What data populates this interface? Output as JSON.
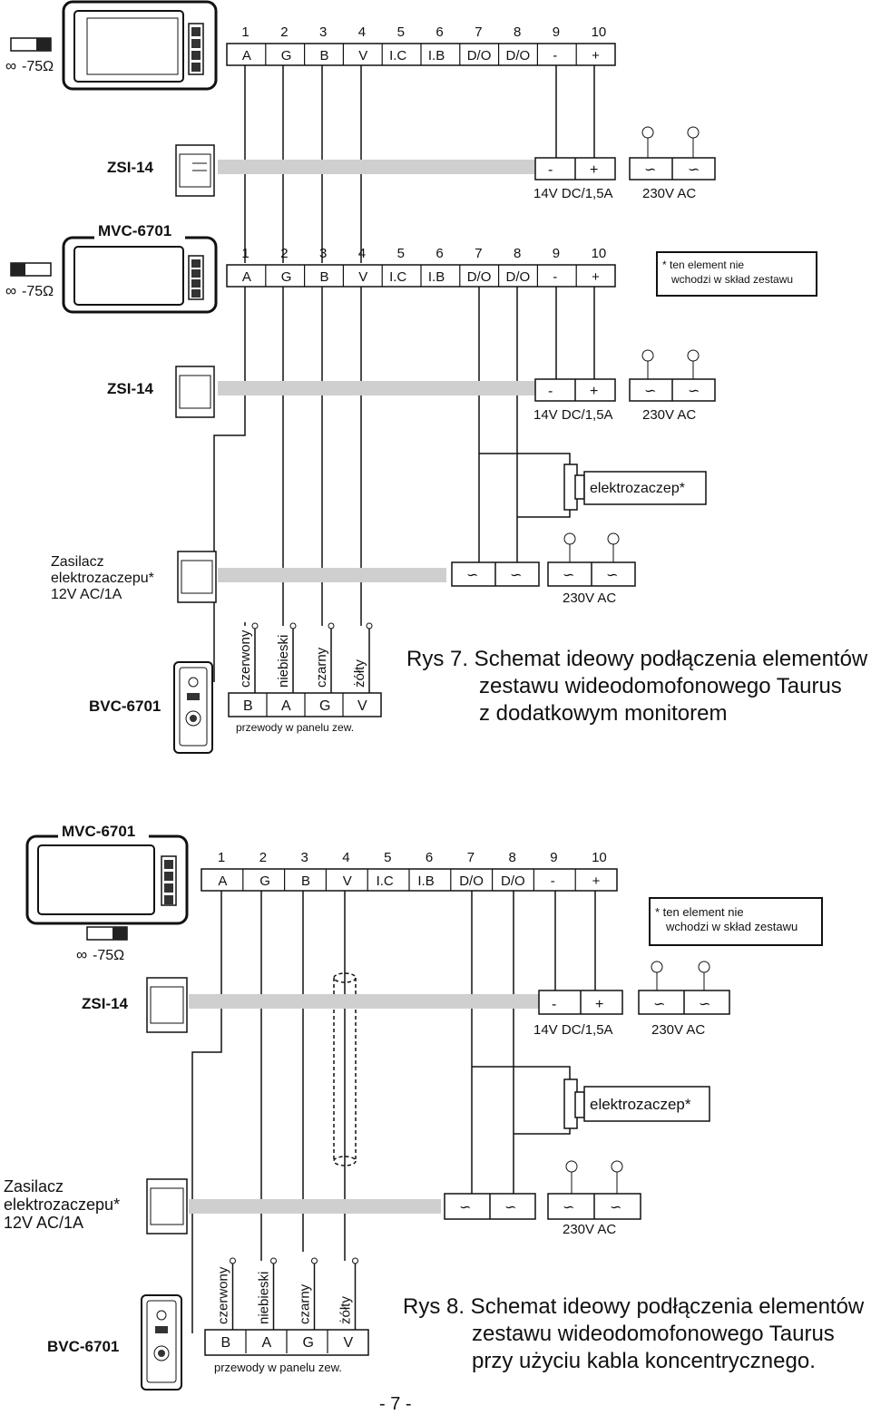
{
  "colors": {
    "wire": "#1a1a1a",
    "bus": "#cfcfcf",
    "text": "#111111"
  },
  "device_labels": {
    "monitor": "MVC-6701",
    "interface": "ZSI-14",
    "lock_psu": [
      "Zasilacz",
      "elektrozaczepu*",
      "12V AC/1A"
    ],
    "door_panel": "BVC-6701",
    "lock": "elektrozaczep*",
    "impedance": "-75Ω"
  },
  "monitor_terminals": {
    "numbers": [
      "1",
      "2",
      "3",
      "4",
      "5",
      "6",
      "7",
      "8",
      "9",
      "10"
    ],
    "labels": [
      "A",
      "G",
      "B",
      "V",
      "I.C",
      "I.B",
      "D/O",
      "D/O",
      "-",
      "+"
    ]
  },
  "psu_terminals": {
    "dc": [
      "-",
      "+"
    ],
    "ac": [
      "∽",
      "∽"
    ],
    "dc_label": "14V DC/1,5A",
    "ac_label": "230V AC"
  },
  "lock_psu_terminals": {
    "out": [
      "∽",
      "∽"
    ],
    "in": [
      "∽",
      "∽"
    ],
    "ac_label": "230V AC"
  },
  "panel": {
    "wire_colors": [
      "czerwony",
      "niebieski",
      "czarny",
      "żółty"
    ],
    "terminals": [
      "B",
      "A",
      "G",
      "V"
    ],
    "caption": "przewody w panelu zew."
  },
  "note": [
    "* ten element nie",
    "wchodzi w skład zestawu"
  ],
  "fig7": [
    "Rys 7. Schemat ideowy podłączenia elementów",
    "zestawu wideodomofonowego Taurus",
    "z dodatkowym monitorem"
  ],
  "fig8": [
    "Rys 8. Schemat ideowy podłączenia elementów",
    "zestawu wideodomofonowego Taurus",
    "przy użyciu kabla koncentrycznego."
  ],
  "page_number": "- 7 -"
}
